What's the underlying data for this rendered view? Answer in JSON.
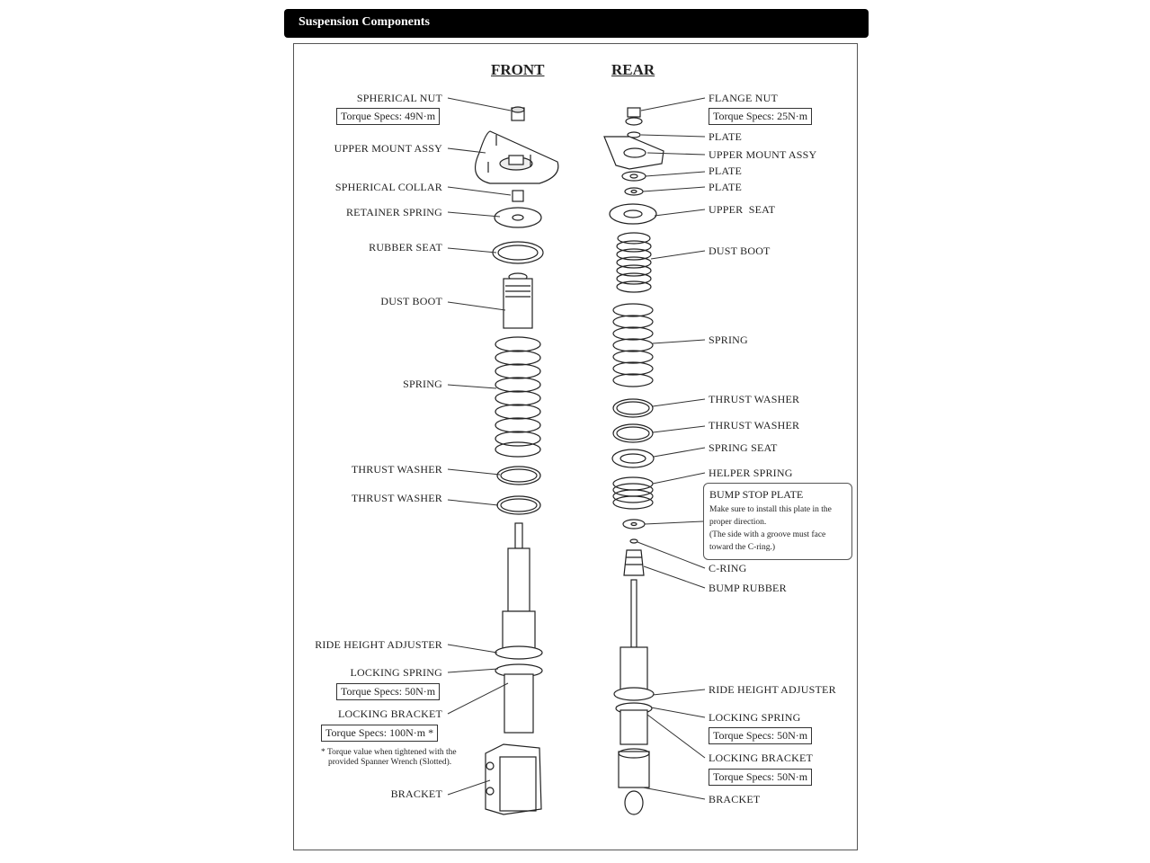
{
  "title": "Suspension Components",
  "front": {
    "heading": "FRONT",
    "labels": {
      "spherical_nut": "SPHERICAL NUT",
      "torque_nut": "Torque Specs: 49N·m",
      "upper_mount": "UPPER MOUNT ASSY",
      "spherical_collar": "SPHERICAL COLLAR",
      "retainer_spring": "RETAINER SPRING",
      "rubber_seat": "RUBBER SEAT",
      "dust_boot": "DUST BOOT",
      "spring": "SPRING",
      "thrust_washer_1": "THRUST WASHER",
      "thrust_washer_2": "THRUST WASHER",
      "ride_height_adjuster": "RIDE HEIGHT ADJUSTER",
      "locking_spring": "LOCKING SPRING",
      "torque_locking_spring": "Torque Specs: 50N·m",
      "locking_bracket": "LOCKING BRACKET",
      "torque_locking_bracket": "Torque Specs: 100N·m *",
      "note_line1": "* Torque value when tightened with the",
      "note_line2": "provided Spanner Wrench (Slotted).",
      "bracket": "BRACKET"
    }
  },
  "rear": {
    "heading": "REAR",
    "labels": {
      "flange_nut": "FLANGE NUT",
      "torque_nut": "Torque Specs: 25N·m",
      "plate_1": "PLATE",
      "upper_mount": "UPPER MOUNT ASSY",
      "plate_2": "PLATE",
      "plate_3": "PLATE",
      "upper_seat": "UPPER  SEAT",
      "dust_boot": "DUST BOOT",
      "spring": "SPRING",
      "thrust_washer_1": "THRUST WASHER",
      "thrust_washer_2": "THRUST WASHER",
      "spring_seat": "SPRING SEAT",
      "helper_spring": "HELPER SPRING",
      "bump_stop_title": "BUMP STOP PLATE",
      "bump_stop_line1": "Make sure to install this plate in the",
      "bump_stop_line2": "proper direction.",
      "bump_stop_line3": "(The side with a groove must face",
      "bump_stop_line4": "toward the C-ring.)",
      "c_ring": "C-RING",
      "bump_rubber": "BUMP RUBBER",
      "ride_height_adjuster": "RIDE HEIGHT ADJUSTER",
      "locking_spring": "LOCKING SPRING",
      "torque_locking_spring": "Torque Specs: 50N·m",
      "locking_bracket": "LOCKING BRACKET",
      "torque_locking_bracket": "Torque Specs: 50N·m",
      "bracket": "BRACKET"
    }
  }
}
